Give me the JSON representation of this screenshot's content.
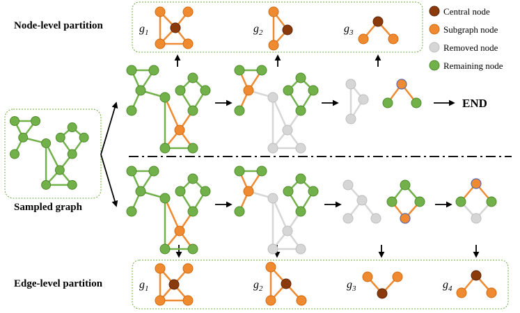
{
  "colors": {
    "central": "#8b3a0b",
    "subgraph": "#f08a30",
    "removed": "#d6d6d6",
    "remaining": "#72b14a",
    "edge_green": "#72b14a",
    "edge_orange": "#f08a30",
    "edge_grey": "#d6d6d6",
    "node_stroke_green": "#4f8a2c",
    "node_stroke_orange": "#d06a10",
    "node_stroke_grey": "#bdbdbd"
  },
  "titles": {
    "node_level": "Node-level partition",
    "edge_level": "Edge-level partition",
    "sampled": "Sampled graph",
    "end": "END"
  },
  "legend": [
    {
      "label": "Central node",
      "type": "central"
    },
    {
      "label": "Subgraph node",
      "type": "subgraph"
    },
    {
      "label": "Removed node",
      "type": "removed"
    },
    {
      "label": "Remaining node",
      "type": "remaining"
    }
  ],
  "top_subgraph_labels": [
    {
      "base": "g",
      "sub": "1"
    },
    {
      "base": "g",
      "sub": "2"
    },
    {
      "base": "g",
      "sub": "3"
    }
  ],
  "bottom_subgraph_labels": [
    {
      "base": "g",
      "sub": "1"
    },
    {
      "base": "g",
      "sub": "2"
    },
    {
      "base": "g",
      "sub": "3"
    },
    {
      "base": "g",
      "sub": "4"
    }
  ]
}
